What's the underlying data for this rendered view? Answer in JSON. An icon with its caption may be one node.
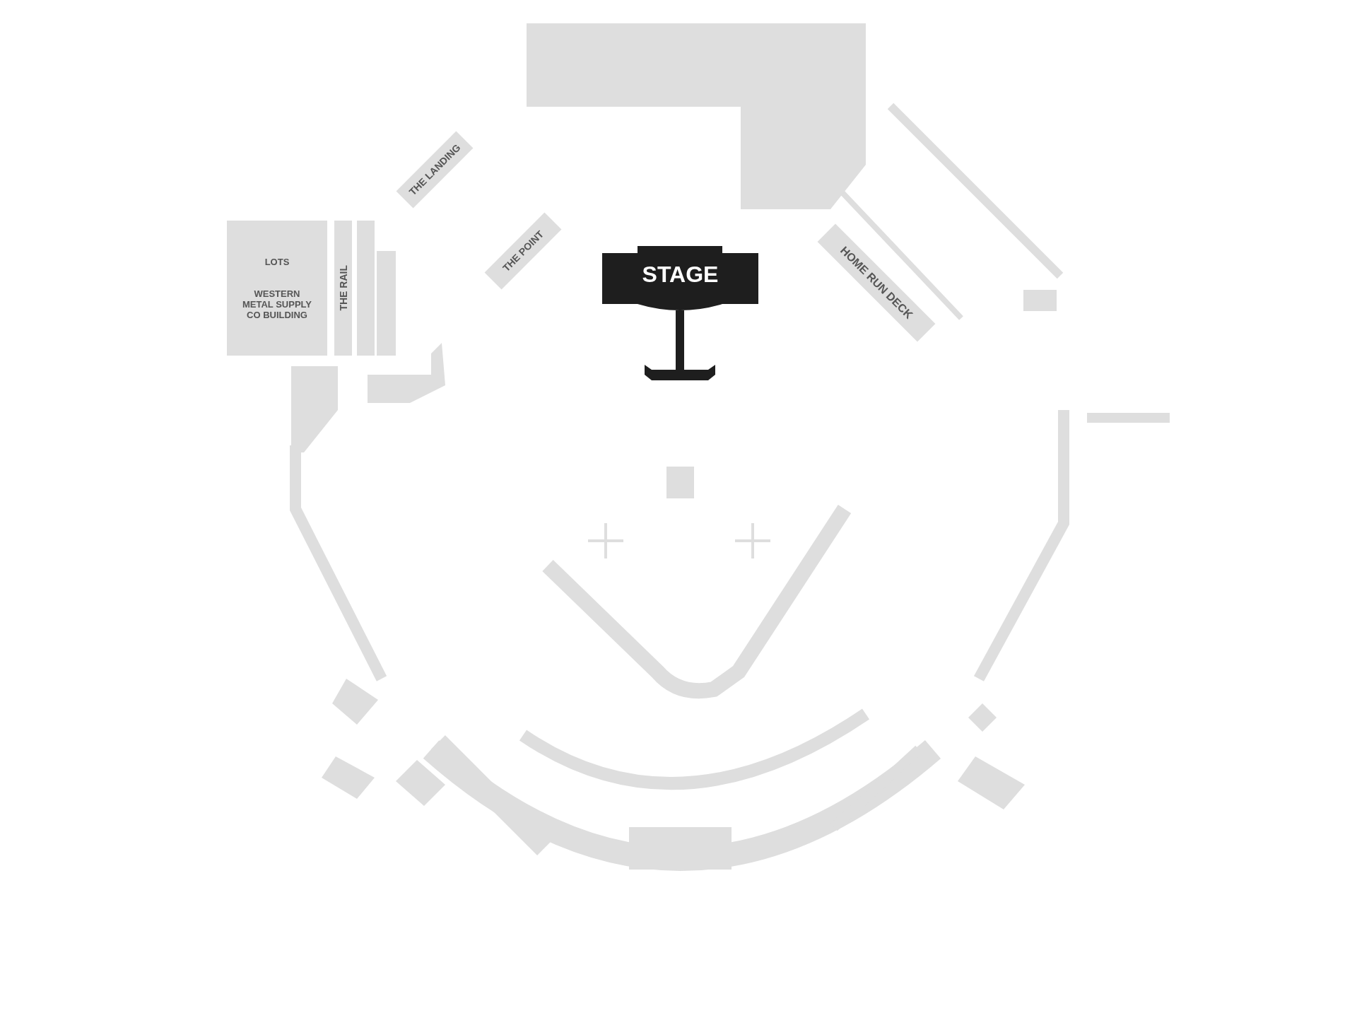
{
  "diagram": {
    "nodes": [
      {
        "text": [],
        "shape": "box"
      },
      {
        "text": [
          "THE LANDING"
        ]
      },
      {
        "text": [
          "THE POINT"
        ]
      },
      {
        "text": [
          "STAGE"
        ]
      },
      {
        "text": [
          "HOME RUN DECK"
        ]
      },
      {
        "text": [
          "LOTS",
          "WESTERN METAL SUPPLY CO BUILDING"
        ]
      },
      {
        "text": [
          "THE RAIL"
        ]
      }
    ]
  }
}
